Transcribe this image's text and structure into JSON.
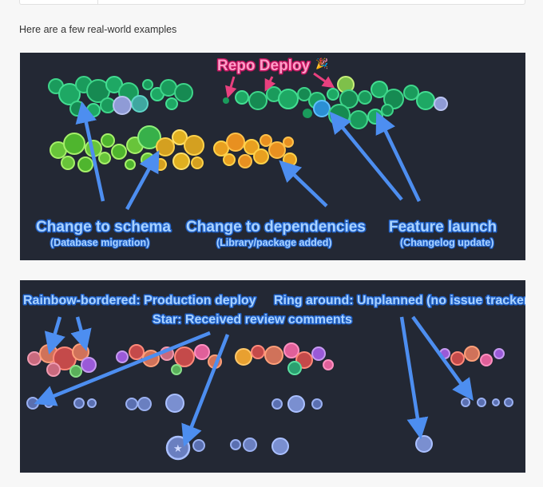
{
  "intro_text": "Here are a few real-world examples",
  "panel1": {
    "label_repo_deploy": "Repo Deploy",
    "label_schema": "Change to schema",
    "sub_schema": "(Database migration)",
    "label_deps": "Change to dependencies",
    "sub_deps": "(Library/package added)",
    "label_feature": "Feature launch",
    "sub_feature": "(Changelog update)"
  },
  "panel2": {
    "label_rainbow": "Rainbow-bordered: Production deploy",
    "label_ring": "Ring around: Unplanned (no issue tracker)",
    "label_star": "Star: Received review comments"
  },
  "colors": {
    "panel_bg": "#232834",
    "annotation_blue": "#a9d2ff",
    "annotation_pink": "#ff9ec8",
    "arrow_blue": "#4d8ef0",
    "arrow_pink": "#e8407e"
  }
}
